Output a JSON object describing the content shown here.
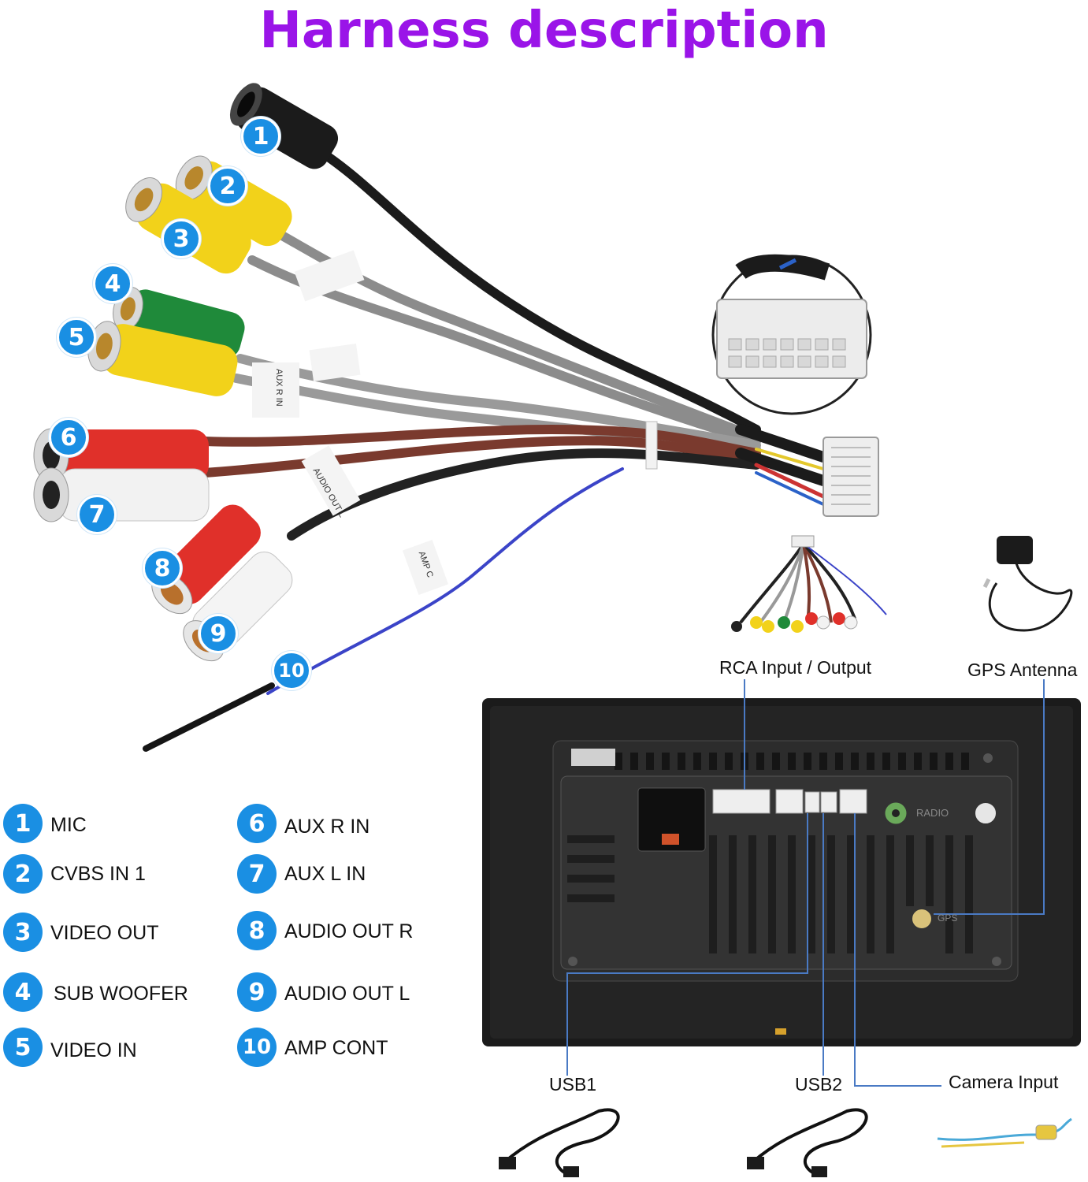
{
  "title": "Harness description",
  "legend": [
    {
      "num": "1",
      "label": "MIC"
    },
    {
      "num": "2",
      "label": "CVBS IN 1"
    },
    {
      "num": "3",
      "label": "VIDEO OUT"
    },
    {
      "num": "4",
      "label": "SUB WOOFER"
    },
    {
      "num": "5",
      "label": "VIDEO IN"
    },
    {
      "num": "6",
      "label": "AUX R IN"
    },
    {
      "num": "7",
      "label": "AUX L IN"
    },
    {
      "num": "8",
      "label": "AUDIO OUT R"
    },
    {
      "num": "9",
      "label": "AUDIO OUT L"
    },
    {
      "num": "10",
      "label": "AMP CONT"
    }
  ],
  "callouts": {
    "rca": "RCA Input / Output",
    "gps": "GPS Antenna",
    "usb1": "USB1",
    "usb2": "USB2",
    "camera": "Camera Input"
  },
  "cable_tags": {
    "aux": "AUX R IN",
    "audio_out": "AUDIO OUT L",
    "amp": "AMP C",
    "radio": "RADIO",
    "gps_port": "GPS"
  },
  "colors": {
    "title": "#9a14e8",
    "badge": "#1a8fe3",
    "callout_line": "#4a7ac4",
    "wire_black": "#1b1b1b",
    "wire_brown": "#7a3a2e",
    "wire_grey": "#8c8c8c",
    "wire_blue": "#3b44c8",
    "rca_yellow": "#f2d21a",
    "rca_green": "#1f8a3a",
    "rca_red": "#e0302a",
    "rca_white": "#f2f2f2"
  }
}
